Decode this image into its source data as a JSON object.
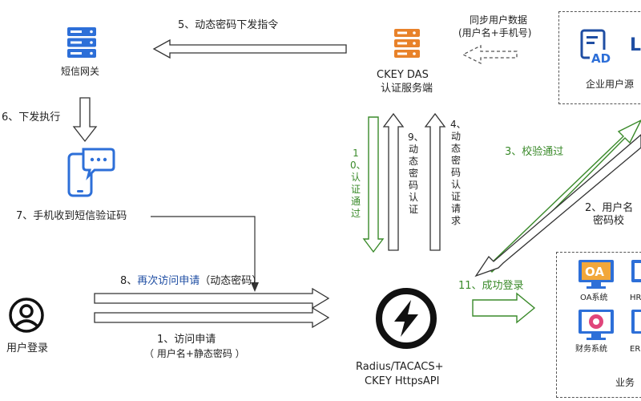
{
  "colors": {
    "sms_blue": "#2d6fd8",
    "server_orange": "#e8822a",
    "arrow_green": "#3a8a2a",
    "text_blue": "#1f4ea3",
    "text_dark": "#222222"
  },
  "nodes": {
    "sms_gateway": {
      "label": "短信网关",
      "icon": "server-stack-icon"
    },
    "phone": {
      "icon": "smartphone-message-icon"
    },
    "user_login": {
      "label": "用户登录",
      "icon": "user-avatar-icon"
    },
    "das": {
      "line1": "CKEY DAS",
      "line2": "认证服务端",
      "icon": "server-stack-icon"
    },
    "radius": {
      "line1": "Radius/TACACS+",
      "line2": "CKEY HttpsAPI",
      "icon": "lightning-circle-icon"
    },
    "enterprise": {
      "label": "企业用户源",
      "icons": [
        "AD",
        "L"
      ]
    },
    "business": {
      "label": "业务",
      "items": [
        {
          "label": "OA系统",
          "badge": "OA"
        },
        {
          "label": "HR"
        },
        {
          "label": "财务系统"
        },
        {
          "label": "ER"
        }
      ]
    }
  },
  "steps": {
    "s1_line1": "1、访问申请",
    "s1_line2": "（ 用户名+静态密码 ）",
    "s2_line1": "2、用户名",
    "s2_line2": "密码校",
    "s3": "3、校验通过",
    "s4": "4、动态密码认证请求",
    "s5": "5、动态密码下发指令",
    "s6": "6、下发执行",
    "s7": "7、手机收到短信验证码",
    "s8_prefix": "8、",
    "s8_main": "再次访问申请",
    "s8_suffix": "（动态密码）",
    "s9": "9、动态密码认证",
    "s10": "10、认证通过",
    "s11": "11、成功登录",
    "sync_line1": "同步用户数据",
    "sync_line2": "(用户名+手机号)"
  }
}
